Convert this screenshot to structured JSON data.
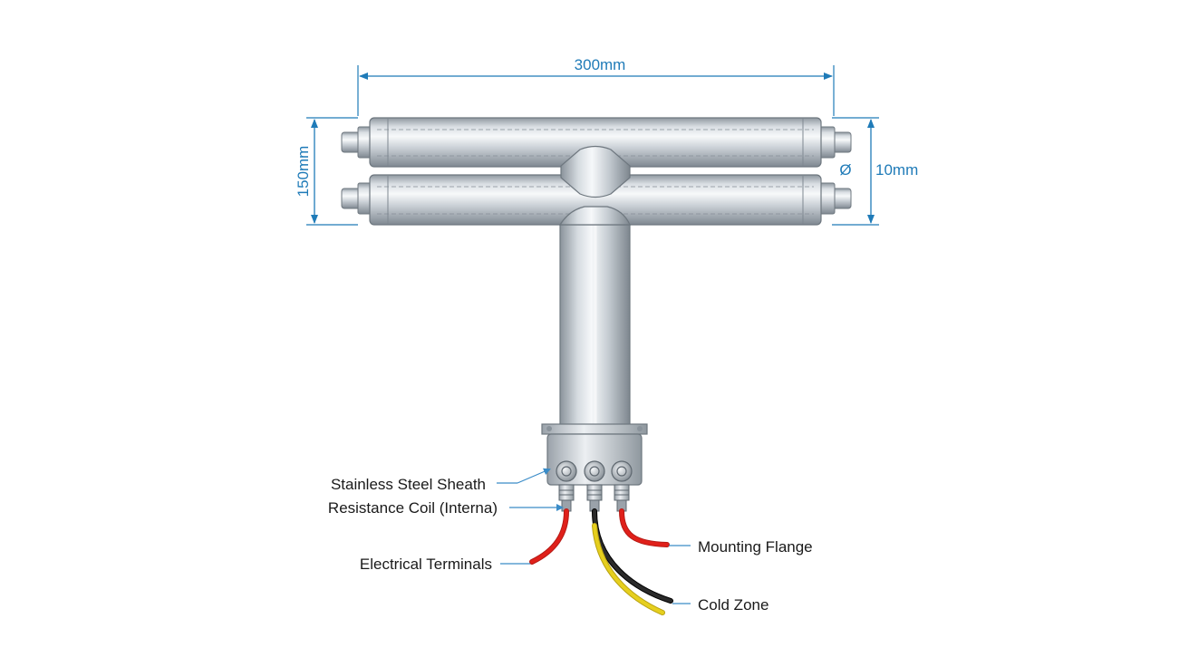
{
  "dimensions": {
    "width_label": "300mm",
    "height_label": "150mm",
    "diameter_symbol": "Ø",
    "diameter_label": "10mm"
  },
  "labels": {
    "sheath": "Stainless Steel Sheath",
    "coil": "Resistance Coil (Interna)",
    "terminals": "Electrical Terminals",
    "flange": "Mounting Flange",
    "cold_zone": "Cold Zone"
  },
  "colors": {
    "dimension": "#1f7bb8",
    "leader": "#3a8cc8",
    "steel_dark": "#9aa3ab",
    "steel_light": "#eef1f4",
    "wire_red": "#e0201a",
    "wire_black": "#1a1a1a",
    "wire_yellow": "#e6cf1e"
  }
}
